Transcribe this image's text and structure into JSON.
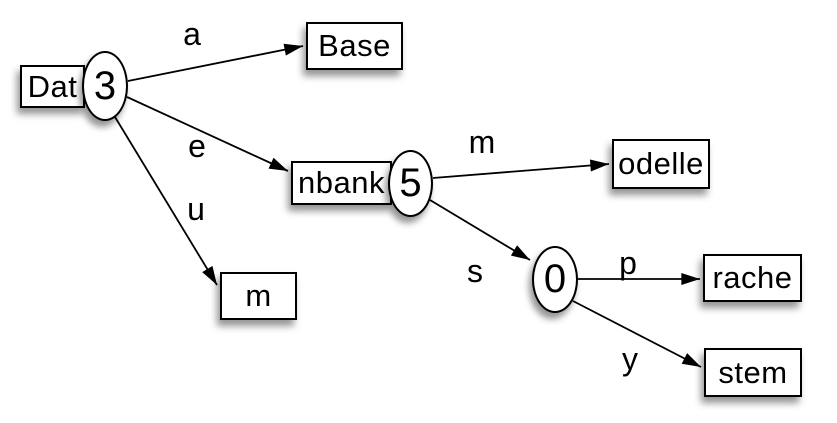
{
  "colors": {
    "stroke": "#000000",
    "node_fill": "#ffffff",
    "background": "#ffffff"
  },
  "nodes": {
    "dat": {
      "label": "Dat",
      "counter": "3"
    },
    "base": {
      "label": "Base"
    },
    "nbank": {
      "label": "nbank",
      "counter": "5"
    },
    "odelle": {
      "label": "odelle"
    },
    "m": {
      "label": "m"
    },
    "node0": {
      "counter": "0"
    },
    "rache": {
      "label": "rache"
    },
    "stem": {
      "label": "stem"
    }
  },
  "edges": {
    "dat_base": {
      "label": "a"
    },
    "dat_nbank": {
      "label": "e"
    },
    "dat_m": {
      "label": "u"
    },
    "nbank_odelle": {
      "label": "m"
    },
    "nbank_node0": {
      "label": "s"
    },
    "node0_rache": {
      "label": "p"
    },
    "node0_stem": {
      "label": "y"
    }
  }
}
